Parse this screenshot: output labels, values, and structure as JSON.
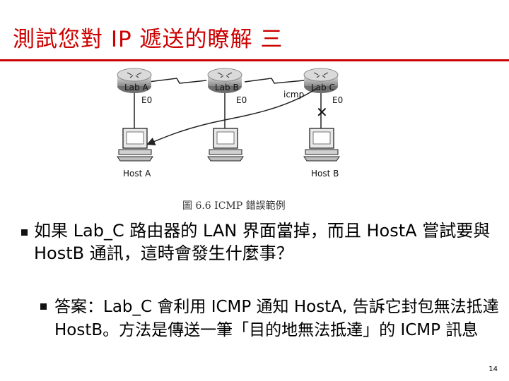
{
  "slide": {
    "title": "測試您對 IP 遞送的瞭解 三",
    "page_number": "14"
  },
  "figure": {
    "routers": [
      "Lab A",
      "Lab B",
      "Lab C"
    ],
    "interfaces": [
      "E0",
      "E0",
      "E0"
    ],
    "hosts": [
      "Host A",
      "Host B"
    ],
    "icmp_label": "icmp",
    "failure_mark": "✕",
    "caption": "圖 6.6 ICMP 錯誤範例"
  },
  "bullets": {
    "main": "如果 Lab_C 路由器的 LAN 界面當掉，而且 HostA 嘗試要與 HostB 通訊，這時會發生什麼事？",
    "sub": "答案：Lab_C 會利用 ICMP 通知 HostA, 告訴它封包無法抵達 HostB。方法是傳送一筆「目的地無法抵達」的 ICMP 訊息"
  }
}
